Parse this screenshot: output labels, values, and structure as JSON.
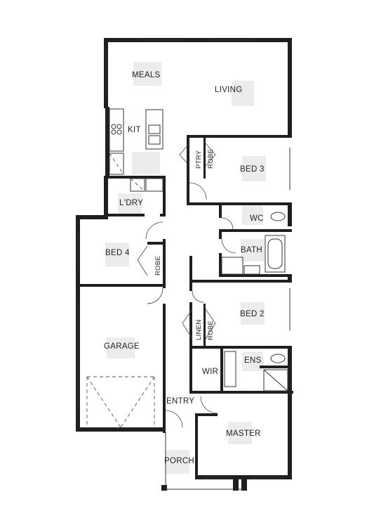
{
  "rooms": {
    "meals": "MEALS",
    "living": "LIVING",
    "kit": "KIT",
    "ptry": "PTRY",
    "robe_bed3": "ROBE",
    "bed3": "BED 3",
    "ldry": "L'DRY",
    "wc": "WC",
    "bed4": "BED 4",
    "robe_bed4": "ROBE",
    "bath": "BATH",
    "bed2": "BED 2",
    "linen": "LINEN",
    "robe_bed2": "ROBE",
    "garage": "GARAGE",
    "ens": "ENS",
    "wir": "WIR",
    "entry": "ENTRY",
    "master": "MASTER",
    "porch": "PORCH"
  }
}
